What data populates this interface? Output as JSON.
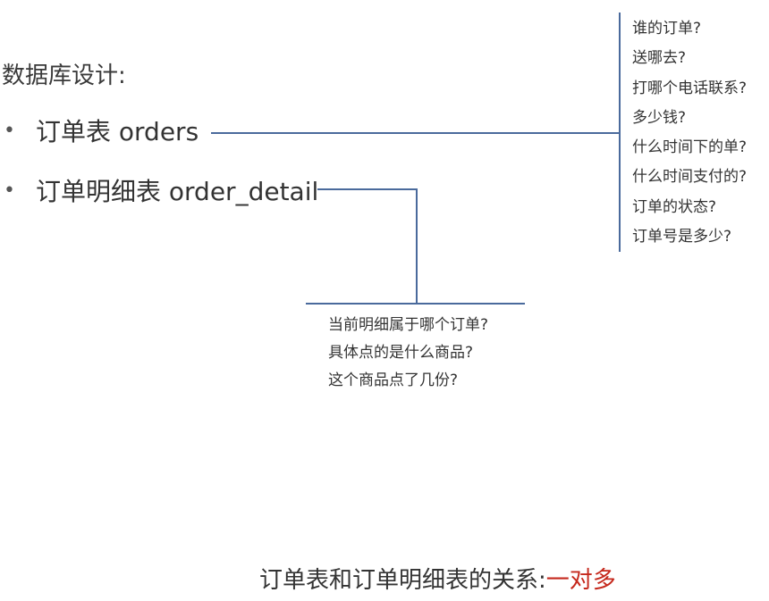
{
  "title": "数据库设计:",
  "tables": [
    {
      "label": "订单表 orders"
    },
    {
      "label": "订单明细表 order_detail"
    }
  ],
  "orders_questions": [
    "谁的订单?",
    "送哪去?",
    "打哪个电话联系?",
    "多少钱?",
    "什么时间下的单?",
    "什么时间支付的?",
    "订单的状态?",
    "订单号是多少?"
  ],
  "detail_questions": [
    "当前明细属于哪个订单?",
    "具体点的是什么商品?",
    "这个商品点了几份?"
  ],
  "relation": {
    "prefix": "订单表和订单明细表的关系:",
    "value": "一对多"
  },
  "bullet_symbol": "•",
  "colors": {
    "line": "#4a6a9c",
    "accent": "#c5281c",
    "text": "#333333"
  }
}
